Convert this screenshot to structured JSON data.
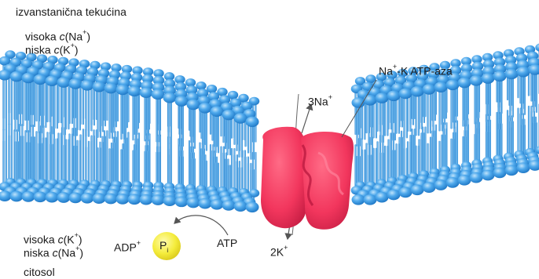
{
  "labels": {
    "extracellular": "izvanstanična tekućina",
    "extra_high_prefix": "visoka ",
    "extra_high_c": "c",
    "extra_high_ion": "(Na",
    "extra_high_charge": "+",
    "extra_high_close": ")",
    "extra_low_prefix": "niska ",
    "extra_low_c": "c",
    "extra_low_ion": "(K",
    "extra_low_charge": "+",
    "extra_low_close": ")",
    "pump_name_ion": "Na",
    "pump_name_charge": "+",
    "pump_name_rest": "-K  ATP-aza",
    "na_out": "3Na",
    "na_out_charge": "+",
    "k_in": "2K",
    "k_in_charge": "+",
    "intra_high_prefix": "visoka ",
    "intra_high_c": "c",
    "intra_high_ion": "(K",
    "intra_high_charge": "+",
    "intra_high_close": ")",
    "intra_low_prefix": "niska ",
    "intra_low_c": "c",
    "intra_low_ion": "(Na",
    "intra_low_charge": "+",
    "intra_low_close": ")",
    "cytosol": "citosol",
    "adp": "ADP",
    "adp_charge": "+",
    "atp": "ATP",
    "pi_main": "P",
    "pi_sub": "i"
  },
  "colors": {
    "lipid_head": "#3f9ee6",
    "lipid_head_light": "#9bd0f8",
    "lipid_tail": "#4aa7ea",
    "pump": "#f2365d",
    "pump_dark": "#c61d44",
    "pi_ball": "#f4ec3b",
    "arrow": "#555555"
  }
}
